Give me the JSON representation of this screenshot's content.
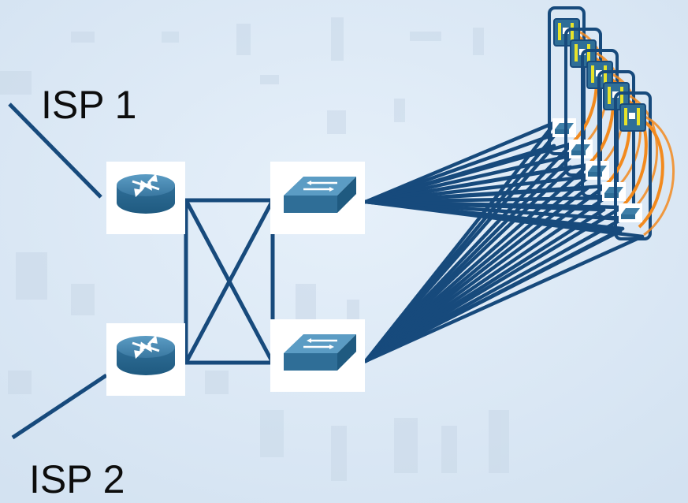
{
  "diagram": {
    "labels": {
      "isp1": "ISP 1",
      "isp2": "ISP 2"
    },
    "nodes": [
      {
        "id": "router-1",
        "kind": "router",
        "icon": "router-icon"
      },
      {
        "id": "router-2",
        "kind": "router",
        "icon": "router-icon"
      },
      {
        "id": "switch-1",
        "kind": "switch",
        "icon": "switch-icon"
      },
      {
        "id": "switch-2",
        "kind": "switch",
        "icon": "switch-icon"
      },
      {
        "id": "rack-stack",
        "kind": "server-racks",
        "icon": "server-rack-icon",
        "count": 5
      }
    ],
    "links": [
      {
        "from": "isp-1",
        "to": "router-1"
      },
      {
        "from": "isp-2",
        "to": "router-2"
      },
      {
        "from": "router-1",
        "to": "switch-1"
      },
      {
        "from": "router-1",
        "to": "switch-2"
      },
      {
        "from": "router-2",
        "to": "switch-1"
      },
      {
        "from": "router-2",
        "to": "switch-2"
      },
      {
        "from": "switch-1",
        "to": "rack-stack"
      },
      {
        "from": "switch-2",
        "to": "rack-stack"
      }
    ],
    "colors": {
      "background": "#dde9f6",
      "link": "#174a7c",
      "device": "#3f7fa8",
      "device_tile": "#ffffff",
      "cable": "#f28a1e",
      "rack_accent": "#e7e32a",
      "label": "#0d0d0d"
    }
  }
}
